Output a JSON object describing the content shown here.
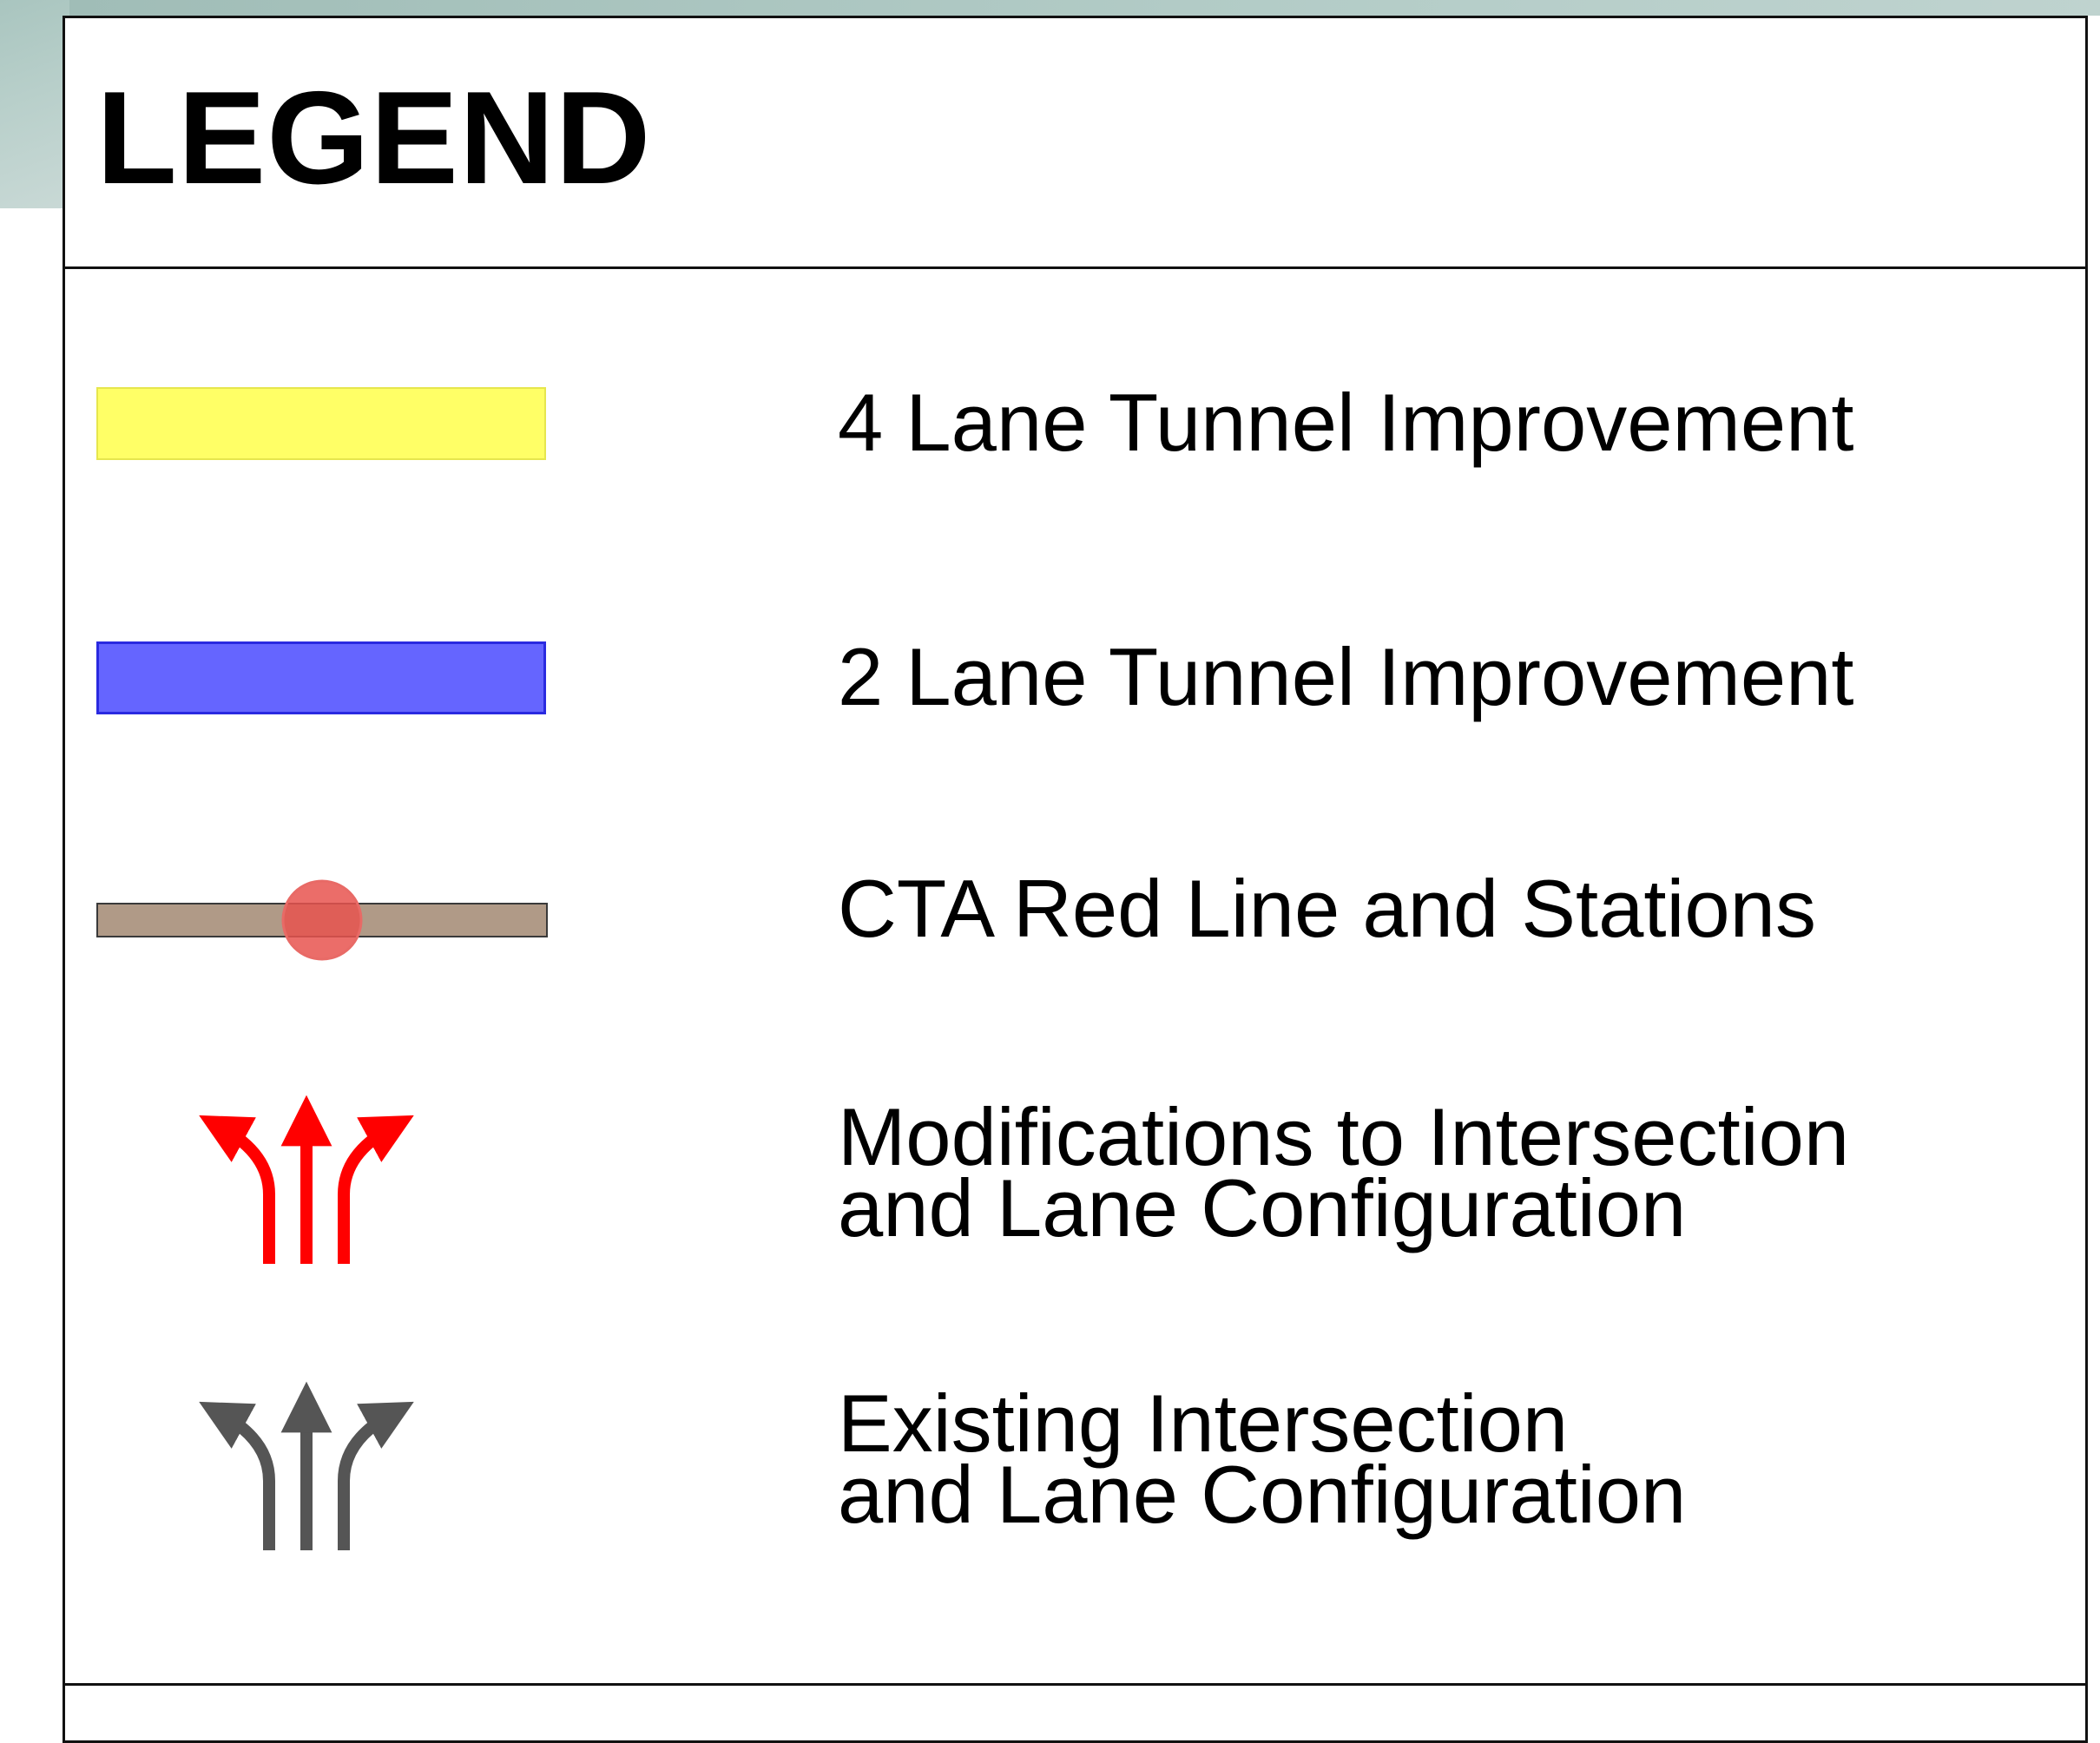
{
  "legend": {
    "title": "LEGEND",
    "items": [
      {
        "label": "4 Lane Tunnel Improvement",
        "symbol": "yellow-bar",
        "color": "#ffff66"
      },
      {
        "label": "2 Lane Tunnel Improvement",
        "symbol": "blue-bar",
        "color": "#6565ff"
      },
      {
        "label": "CTA Red Line and Stations",
        "symbol": "rail-line-with-station",
        "line_color": "#b09a87",
        "station_color": "#e8534f"
      },
      {
        "label_line1": "Modifications to Intersection",
        "label_line2": "and Lane Configuration",
        "symbol": "lane-arrows-icon",
        "color": "#ff0000"
      },
      {
        "label_line1": "Existing Intersection",
        "label_line2": "and Lane Configuration",
        "symbol": "lane-arrows-icon",
        "color": "#555555"
      }
    ]
  }
}
